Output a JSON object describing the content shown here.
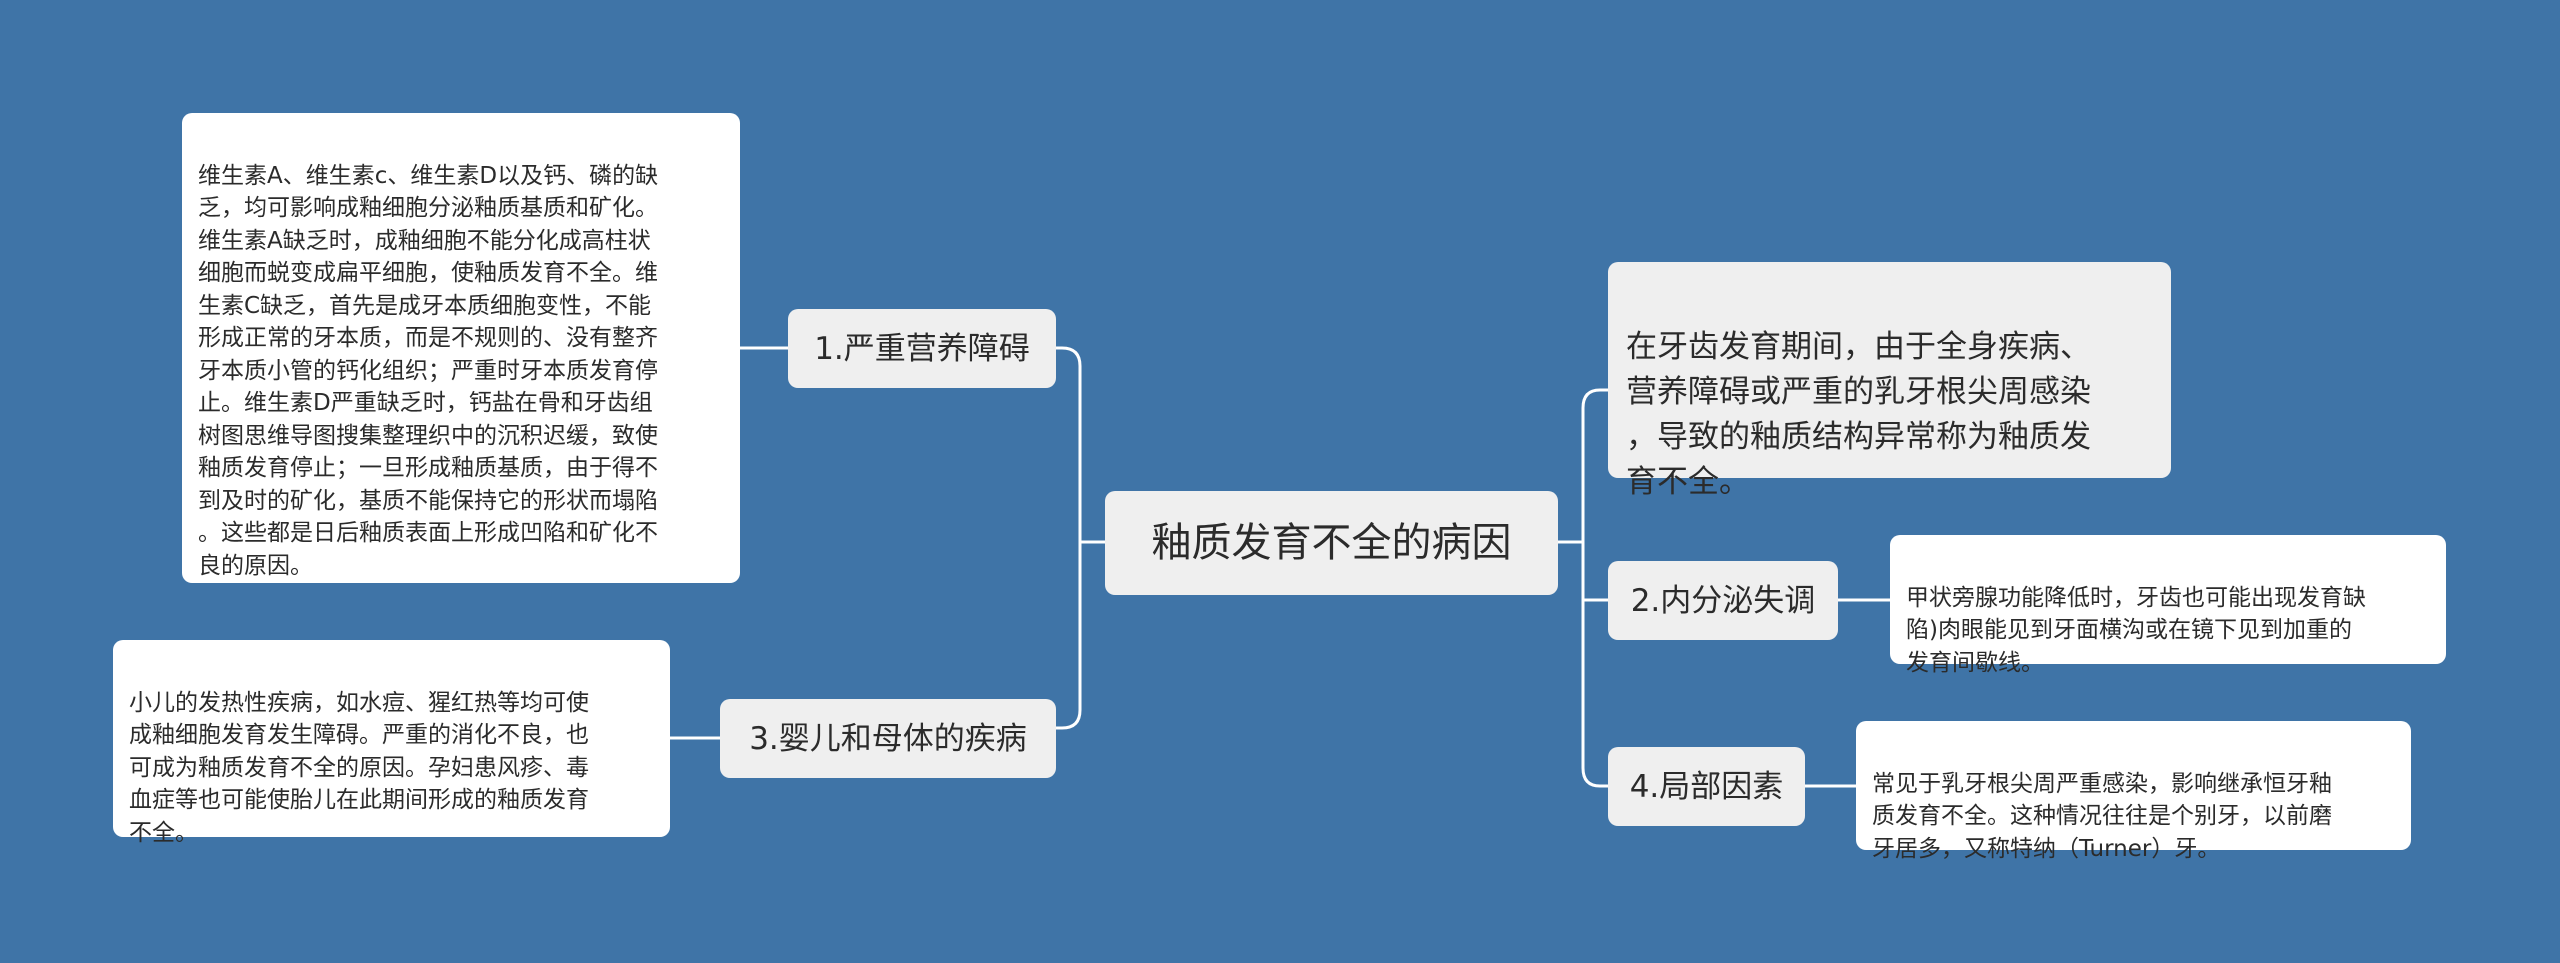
{
  "root": {
    "label": "釉质发育不全的病因"
  },
  "branches": [
    {
      "label": "1.严重营养障碍"
    },
    {
      "label": "3.婴儿和母体的疾病"
    },
    {
      "label": "2.内分泌失调"
    },
    {
      "label": "4.局部因素"
    }
  ],
  "leaves": [
    {
      "text": "维生素A、维生素c、维生素D以及钙、磷的缺\n乏，均可影响成釉细胞分泌釉质基质和矿化。\n维生素A缺乏时，成釉细胞不能分化成高柱状\n细胞而蜕变成扁平细胞，使釉质发育不全。维\n生素C缺乏，首先是成牙本质细胞变性，不能\n形成正常的牙本质，而是不规则的、没有整齐\n牙本质小管的钙化组织；严重时牙本质发育停\n止。维生素D严重缺乏时，钙盐在骨和牙齿组\n树图思维导图搜集整理织中的沉积迟缓，致使\n釉质发育停止；一旦形成釉质基质，由于得不\n到及时的矿化，基质不能保持它的形状而塌陷\n。这些都是日后釉质表面上形成凹陷和矿化不\n良的原因。"
    },
    {
      "text": "小儿的发热性疾病，如水痘、猩红热等均可使\n成釉细胞发育发生障碍。严重的消化不良，也\n可成为釉质发育不全的原因。孕妇患风疹、毒\n血症等也可能使胎儿在此期间形成的釉质发育\n不全。"
    },
    {
      "text": "在牙齿发育期间，由于全身疾病、\n营养障碍或严重的乳牙根尖周感染\n，导致的釉质结构异常称为釉质发\n育不全。"
    },
    {
      "text": "甲状旁腺功能降低时，牙齿也可能出现发育缺\n陷)肉眼能见到牙面横沟或在镜下见到加重的\n发育间歇线。"
    },
    {
      "text": "常见于乳牙根尖周严重感染，影响继承恒牙釉\n质发育不全。这种情况往往是个别牙，以前磨\n牙居多，又称特纳（Turner）牙。"
    }
  ]
}
